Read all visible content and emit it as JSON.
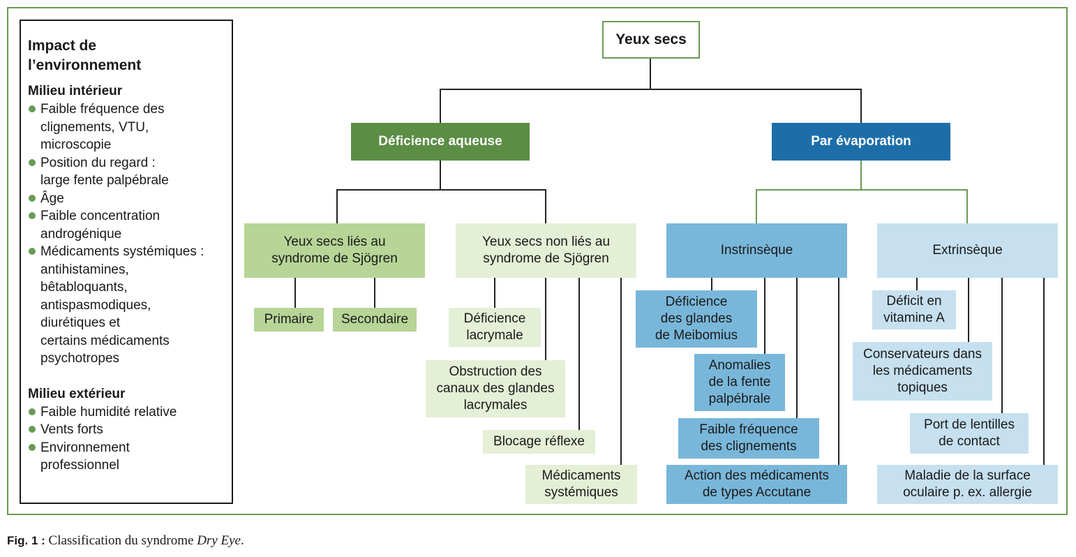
{
  "env": {
    "title": "Impact de\nl’environnement",
    "interieur": {
      "title": "Milieu intérieur",
      "items": [
        "Faible fréquence des\nclignements, VTU,\nmicroscopie",
        "Position du regard :\nlarge fente palpébrale",
        "Âge",
        "Faible concentration\nandrogénique",
        "Médicaments systémiques :\nantihistamines,\nbêtabloquants,\nantispasmodiques,\ndiurétiques et\ncertains médicaments\npsychotropes"
      ]
    },
    "exterieur": {
      "title": "Milieu extérieur",
      "items": [
        "Faible humidité relative",
        "Vents forts",
        "Environnement\nprofessionnel"
      ]
    }
  },
  "tree": {
    "root": "Yeux secs",
    "aqueuse": "Déficience aqueuse",
    "evaporation": "Par évaporation",
    "sjogren": "Yeux secs liés au\nsyndrome de Sjögren",
    "non_sjogren": "Yeux secs non liés au\nsyndrome de Sjögren",
    "intrinseque": "Instrinsèque",
    "extrinseque": "Extrinsèque",
    "primaire": "Primaire",
    "secondaire": "Secondaire",
    "def_lacrymale": "Déficience\nlacrymale",
    "obstruction": "Obstruction des\ncanaux des glandes\nlacrymales",
    "blocage": "Blocage réflexe",
    "med_systemiques": "Médicaments\nsystémiques",
    "meibomius": "Déficience\ndes glandes\nde Meibomius",
    "fente": "Anomalies\nde la fente\npalpébrale",
    "clignements": "Faible fréquence\ndes clignements",
    "accutane": "Action des médicaments\nde types Accutane",
    "vitamine": "Déficit en\nvitamine A",
    "conservateurs": "Conservateurs dans\nles médicaments\ntopiques",
    "lentilles": "Port de lentilles\nde contact",
    "surface": "Maladie de la surface\noculaire p. ex. allergie"
  },
  "caption": {
    "fig": "Fig. 1 :",
    "text": " Classification du syndrome ",
    "italic": "Dry Eye",
    "end": "."
  },
  "colors": {
    "frame_green": "#6b9a55",
    "dark_green": "#5b8d45",
    "dark_blue": "#1d6ea8",
    "light_green_1": "#b6d597",
    "light_green_2": "#e4efd6",
    "light_blue_1": "#79b7da",
    "light_blue_2": "#c6e0ef"
  }
}
